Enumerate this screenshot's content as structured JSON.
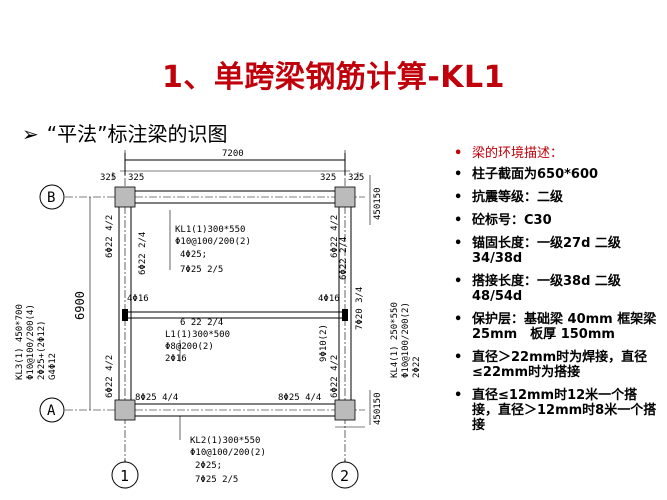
{
  "slide": {
    "title": "1、单跨梁钢筋计算-KL1",
    "subtitle_arrow": "➢",
    "subtitle": "“平法”标注梁的识图"
  },
  "bullets": [
    {
      "text": "梁的环境描述：",
      "red": true
    },
    {
      "text": "柱子截面为650*600",
      "red": false
    },
    {
      "text": "抗震等级：二级",
      "red": false
    },
    {
      "text": "砼标号：C30",
      "red": false
    },
    {
      "text": "锚固长度：一级27d 二级 34/38d",
      "red": false
    },
    {
      "text": "搭接长度：一级38d 二级 48/54d",
      "red": false
    },
    {
      "text": "保护层：基础梁 40mm 框架梁 25mm　板厚 150mm",
      "red": false
    },
    {
      "text": "直径＞22mm时为焊接，直径≤22mm时为搭接",
      "red": false
    },
    {
      "text": "直径≤12mm时12米一个搭接，直径＞12mm时8米一个搭接",
      "red": false
    }
  ],
  "drawing": {
    "dim_top": "7200",
    "dim_325_tl": "325",
    "dim_325_tl2": "325",
    "dim_325_tr": "325",
    "dim_325_tr2": "325",
    "dim_450_150_top": "450150",
    "dim_450_150_bot": "450150",
    "dim_6900": "6900",
    "axis_b": "B",
    "axis_a": "A",
    "axis_1": "1",
    "axis_2": "2",
    "kl1_line1": "KL1(1)300*550",
    "kl1_line2": "Φ10@100/200(2)",
    "kl1_line3": "4Φ25;",
    "kl1_line4": "7Φ25 2/5",
    "l1_line1": "L1(1)300*500",
    "l1_line2": "Φ8@200(2)",
    "l1_line3": "2Φ16",
    "kl2_line1": "KL2(1)300*550",
    "kl2_line2": "Φ10@100/200(2)",
    "kl2_line3": "2Φ25;",
    "kl2_line4": "7Φ25 2/5",
    "kl3_line1": "KL3(1) 450*700",
    "kl3_line2": "Φ10@100/200(4)",
    "kl3_line3": "2Φ25+(2Φ12)",
    "kl3_line4": "G4Φ12",
    "kl4_line1": "KL4(1) 250*550",
    "kl4_line2": "Φ10@100/200(2)",
    "kl4_line3": "2Φ22",
    "top_bar_left": "6Φ22 4/2",
    "top_bar_right": "6Φ22 4/2",
    "bot_bar_left": "6Φ22 4/2",
    "bot_bar_right": "6Φ22 4/2",
    "bar_2_4": "6Φ22 2/4",
    "bar_mid_left": "4Φ16",
    "bar_mid_right": "4Φ16",
    "bar_mid_center": "6 22 2/4",
    "bar_bot_left": "8Φ25 4/4",
    "bar_bot_right": "8Φ25 4/4",
    "bar_right_vert": "7Φ20 3/4",
    "bar_right_vert2": "9Φ10(2)",
    "bar_c_right": "6Φ22 2/4",
    "bar_kl1_2_4": "6Φ22 2/4"
  }
}
